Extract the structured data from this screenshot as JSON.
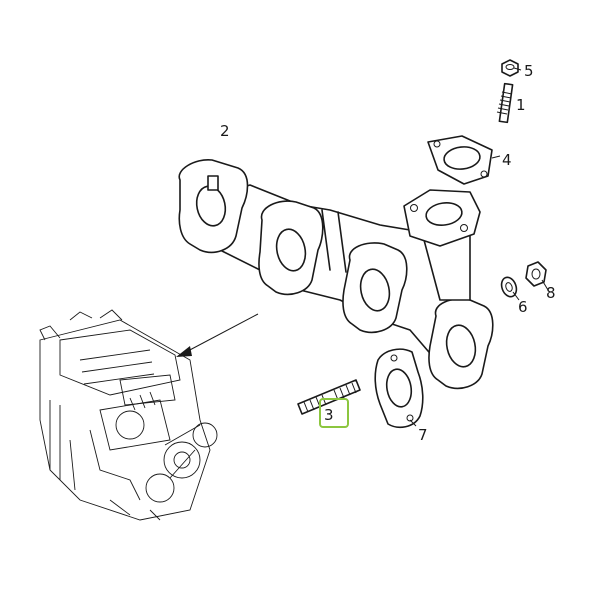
{
  "diagram": {
    "callouts": [
      {
        "id": "1",
        "label": "1"
      },
      {
        "id": "2",
        "label": "2"
      },
      {
        "id": "3",
        "label": "3"
      },
      {
        "id": "4",
        "label": "4"
      },
      {
        "id": "5",
        "label": "5"
      },
      {
        "id": "6",
        "label": "6"
      },
      {
        "id": "7",
        "label": "7"
      },
      {
        "id": "8",
        "label": "8"
      }
    ],
    "highlighted_callout": "3",
    "highlight_color": "#8cc63f",
    "line_color": "#1a1a1a",
    "background": "#ffffff"
  }
}
